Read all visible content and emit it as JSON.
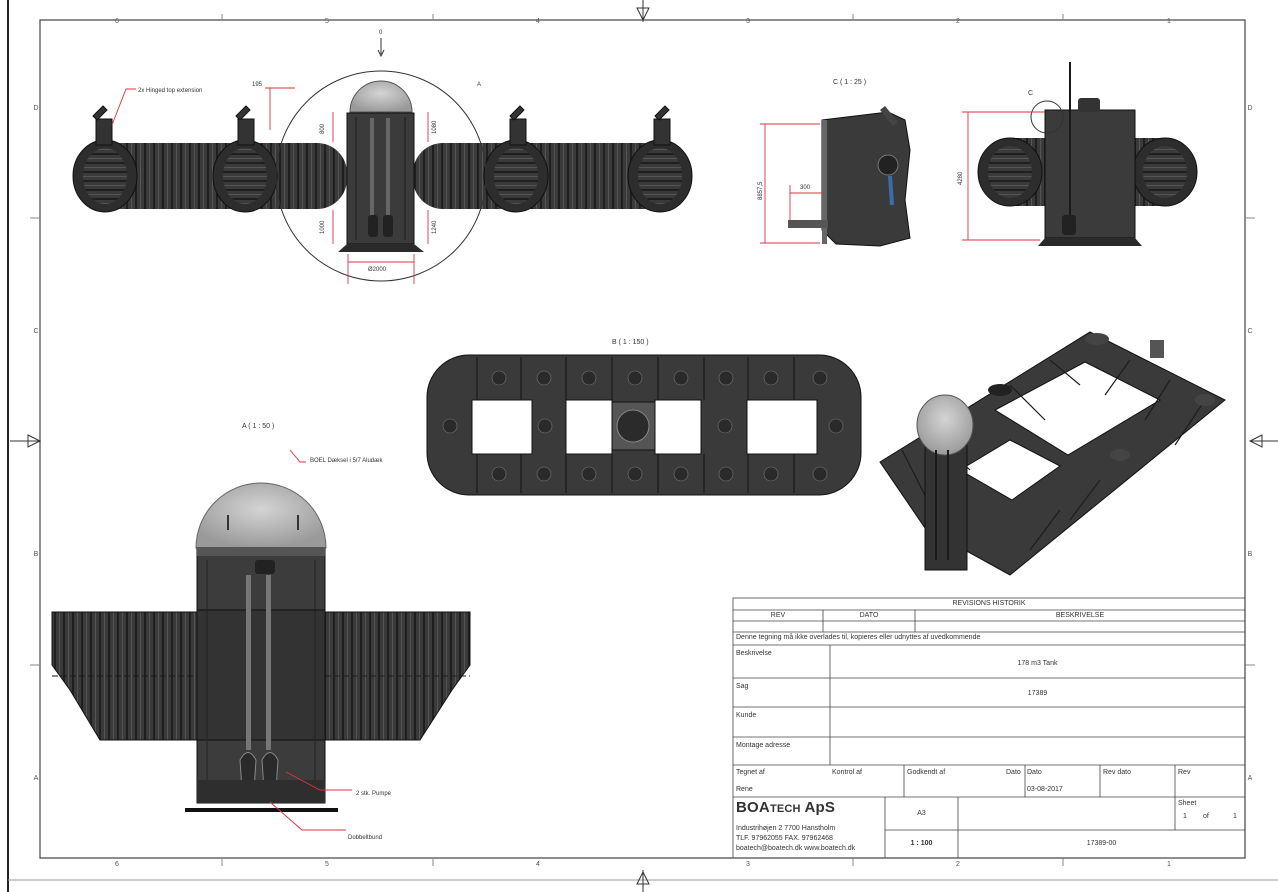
{
  "grid": {
    "columns_top": [
      "6",
      "5",
      "4",
      "3",
      "2",
      "1"
    ],
    "columns_bottom": [
      "6",
      "5",
      "4",
      "3",
      "2",
      "1"
    ],
    "rows_left": [
      "D",
      "C",
      "B",
      "A"
    ],
    "rows_right": [
      "D",
      "C",
      "B",
      "A"
    ]
  },
  "views": {
    "top_elevation": {
      "callout": "2x Hinged top extension",
      "dims": {
        "d195": "195",
        "d800": "800",
        "d1080": "1080",
        "d1000": "1000",
        "d1240": "1240",
        "diameter": "Ø2000"
      },
      "section_marker": "A",
      "top_marker": "0"
    },
    "detail_c": {
      "title": "C ( 1 : 25 )",
      "dims": {
        "height": "8857,5",
        "width": "300"
      }
    },
    "side_elevation": {
      "marker": "C",
      "dims": {
        "height": "4280"
      }
    },
    "plan_b": {
      "title": "B ( 1 : 150 )"
    },
    "section_a": {
      "title": "A ( 1 : 50 )",
      "callout_cover": "BOEL Dæksel i 5/7 Aludæk",
      "callout_pump": "2 stk. Pumpe",
      "callout_bottom": "Dobbeltbund"
    }
  },
  "title_block": {
    "revision_header": "REVISIONS HISTORIK",
    "rev_col": "REV",
    "date_col": "DATO",
    "desc_col": "BESKRIVELSE",
    "notice": "Denne tegning må ikke overlades til, kopieres eller udnyttes af uvedkommende",
    "beskrivelse_label": "Beskrivelse",
    "beskrivelse_value": "178 m3 Tank",
    "sag_label": "Sag",
    "sag_value": "17389",
    "kunde_label": "Kunde",
    "kunde_value": "",
    "montage_label": "Montage adresse",
    "montage_value": "",
    "tegnet_label": "Tegnet af",
    "tegnet_value": "Rene",
    "kontrol_label": "Kontrol af",
    "godkendt_label": "Godkendt af",
    "dato_label_1": "Dato",
    "dato_label_2": "Dato",
    "dato_value": "03-08-2017",
    "revdato_label": "Rev dato",
    "rev_label": "Rev",
    "company_main": "BOA",
    "company_small": "TECH",
    "company_suffix": " ApS",
    "address_1": "Industrihøjen 2 7700 Hanstholm",
    "address_2": "TLF. 97962055 FAX. 97962468",
    "address_3": "boatech@boatech.dk   www.boatech.dk",
    "format": "A3",
    "scale": "1 : 100",
    "sheet_label": "Sheet",
    "sheet_num": "1",
    "sheet_of": "of",
    "sheet_total": "1",
    "drawing_no": "17389-00"
  }
}
